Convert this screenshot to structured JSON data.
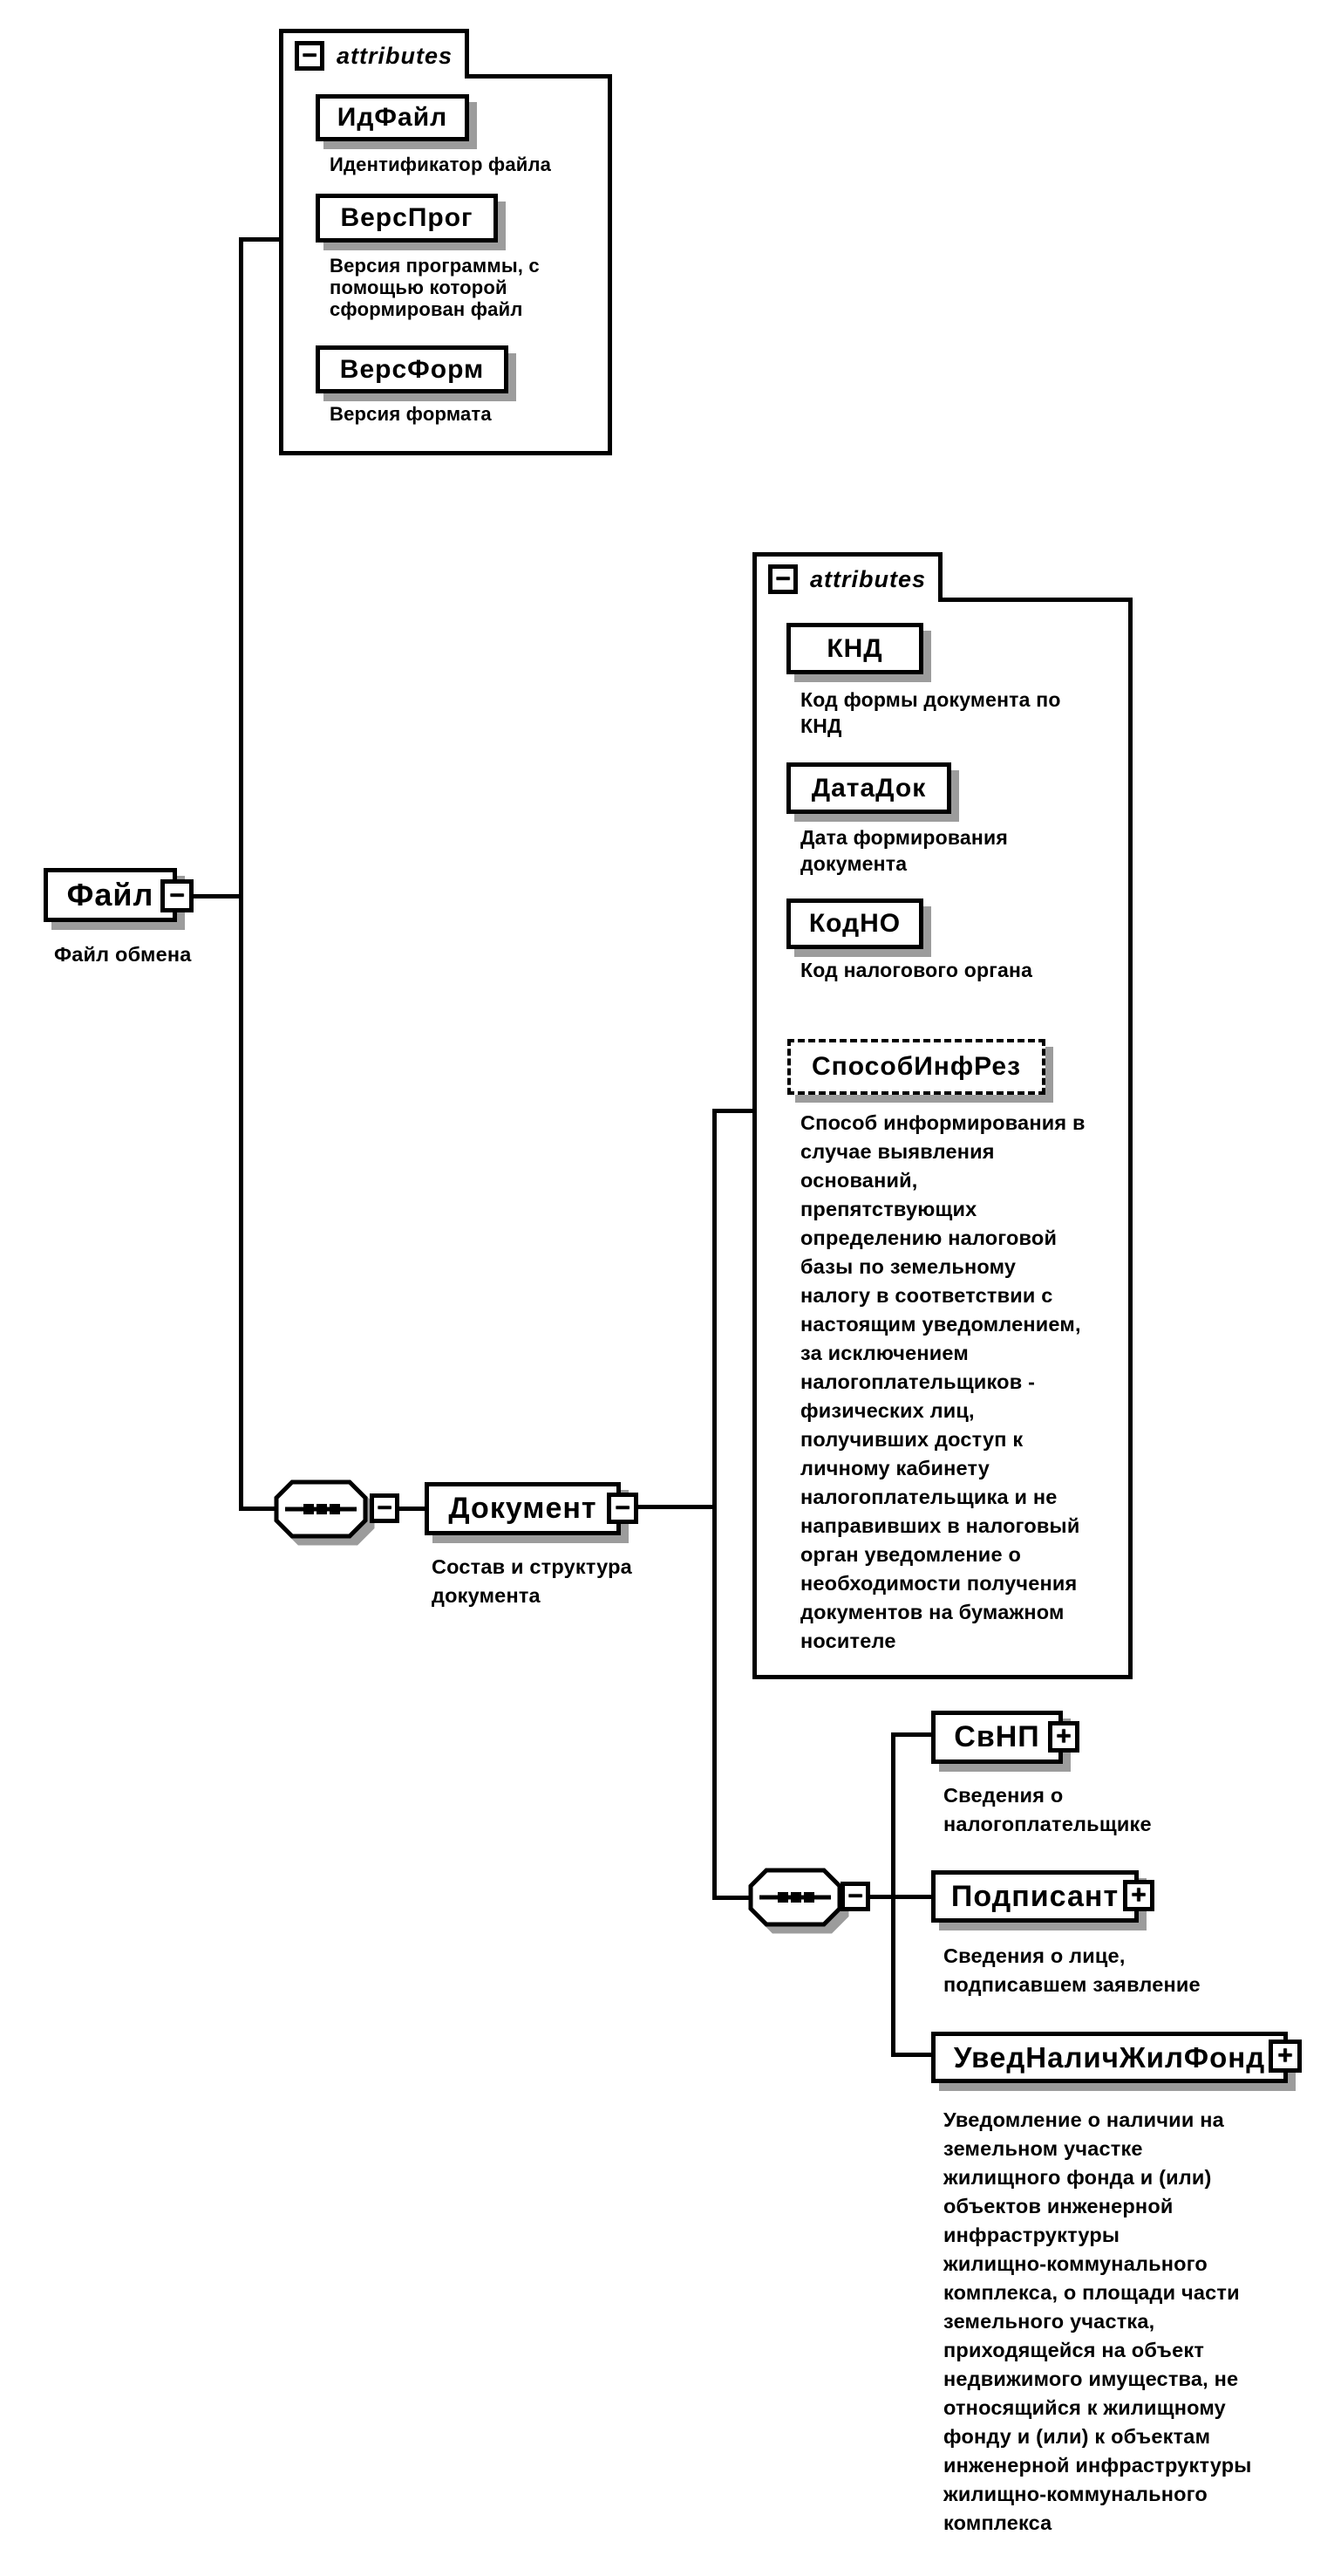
{
  "diagram_type": "xsd-schema-diagram",
  "root_element": {
    "name": "Файл",
    "expander": "−",
    "caption_lines": [
      "Файл обмена"
    ]
  },
  "attributes_group_file": {
    "label": "attributes",
    "toggle": "−",
    "items": [
      {
        "name": "ИдФайл",
        "optional": false,
        "caption_lines": [
          "Идентификатор файла"
        ]
      },
      {
        "name": "ВерсПрог",
        "optional": false,
        "caption_lines": [
          "Версия программы, с",
          "помощью которой",
          "сформирован файл"
        ]
      },
      {
        "name": "ВерсФорм",
        "optional": false,
        "caption_lines": [
          "Версия формата"
        ]
      }
    ]
  },
  "sequence1": {
    "type": "sequence",
    "toggle": "−"
  },
  "document_element": {
    "name": "Документ",
    "expander": "−",
    "caption_lines": [
      "Состав и структура",
      "документа"
    ]
  },
  "attributes_group_document": {
    "label": "attributes",
    "toggle": "−",
    "items": [
      {
        "name": "КНД",
        "optional": false,
        "caption_lines": [
          "Код формы документа по",
          "КНД"
        ]
      },
      {
        "name": "ДатаДок",
        "optional": false,
        "caption_lines": [
          "Дата формирования",
          "документа"
        ]
      },
      {
        "name": "КодНО",
        "optional": false,
        "caption_lines": [
          "Код налогового органа"
        ]
      },
      {
        "name": "СпособИнфРез",
        "optional": true,
        "caption_lines": [
          "Способ информирования в",
          "случае выявления",
          "оснований,",
          "препятствующих",
          "определению налоговой",
          "базы по земельному",
          "налогу в соответствии с",
          "настоящим уведомлением,",
          "за исключением",
          "налогоплательщиков -",
          "физических лиц,",
          "получивших доступ к",
          "личному кабинету",
          "налогоплательщика и не",
          "направивших в налоговый",
          "орган уведомление о",
          "необходимости получения",
          "документов на бумажном",
          "носителе"
        ]
      }
    ]
  },
  "sequence2": {
    "type": "sequence",
    "toggle": "−"
  },
  "child_elements": [
    {
      "name": "СвНП",
      "expander": "+",
      "caption_lines": [
        "Сведения о",
        "налогоплательщике"
      ]
    },
    {
      "name": "Подписант",
      "expander": "+",
      "caption_lines": [
        "Сведения о лице,",
        "подписавшем заявление"
      ]
    },
    {
      "name": "УведНаличЖилФонд",
      "expander": "+",
      "caption_lines": [
        "Уведомление о наличии на",
        "земельном участке",
        "жилищного фонда и (или)",
        "объектов инженерной",
        "инфраструктуры",
        "жилищно-коммунального",
        "комплекса, о площади части",
        "земельного участка,",
        "приходящейся на объект",
        "недвижимого имущества, не",
        "относящийся к жилищному",
        "фонду и (или) к объектам",
        "инженерной инфраструктуры",
        "жилищно-коммунального",
        "комплекса"
      ]
    }
  ]
}
